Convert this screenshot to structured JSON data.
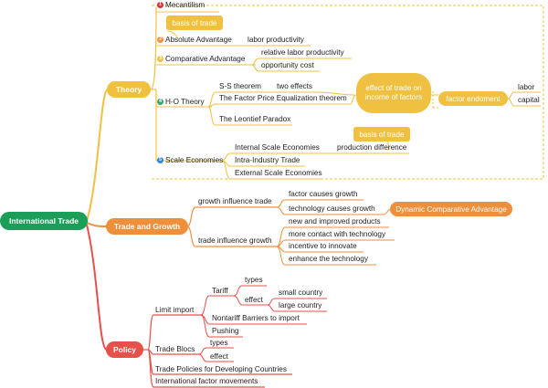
{
  "root": {
    "label": "International Trade",
    "color": "#1a9e58"
  },
  "theory": {
    "label": "Theory",
    "color": "#f0c040",
    "mercantilism": {
      "label": "Mecantilism",
      "num": "1"
    },
    "basis_tag": "basis of trade",
    "absolute": {
      "label": "Absolute Advantage",
      "num": "2",
      "child": "labor productivity"
    },
    "comparative": {
      "label": "Comparative Advantage",
      "num": "3",
      "children": [
        "relative labor productivity",
        "opportunity cost"
      ]
    },
    "ho": {
      "label": "H-O Theory",
      "num": "4",
      "ss": "S-S theorem",
      "two_effects": "two effects",
      "fpe": "The Factor Price Equalization theorem",
      "leontief": "The Leontief Paradox",
      "effect_box": "effect of trade on income of factors",
      "factor_endowment": "factor endoment",
      "labor": "labor",
      "capital": "capital"
    },
    "scale": {
      "label": "Scale Economies",
      "num": "5",
      "internal": "Internal Scale Economies",
      "production_diff": "production difference",
      "basis_tag": "basis of trade",
      "intra": "Intra-Industry Trade",
      "external": "External Scale Economies"
    }
  },
  "trade_growth": {
    "label": "Trade and Growth",
    "color": "#ee8f3c",
    "growth_influence": "growth influence trade",
    "factor_causes": "factor causes growth",
    "tech_causes": "technology causes growth",
    "dynamic_tag": "Dynamic Comparative Advantage",
    "trade_influence": "trade influence growth",
    "items": [
      "new and improved products",
      "more contact with technology",
      "incentive to innovate",
      "enhance the technology"
    ]
  },
  "policy": {
    "label": "Policy",
    "color": "#e8504a",
    "limit_import": "Limit import",
    "tariff": "Tariff",
    "types": "types",
    "effect": "effect",
    "small_country": "small country",
    "large_country": "large country",
    "nontariff": "Nontariff Barriers to import",
    "pushing": "Pushing",
    "trade_blocs": "Trade Blocs",
    "blocs_types": "types",
    "blocs_effect": "effect",
    "developing": "Trade Policies for Developing Countries",
    "factor_movements": "International factor movements"
  }
}
